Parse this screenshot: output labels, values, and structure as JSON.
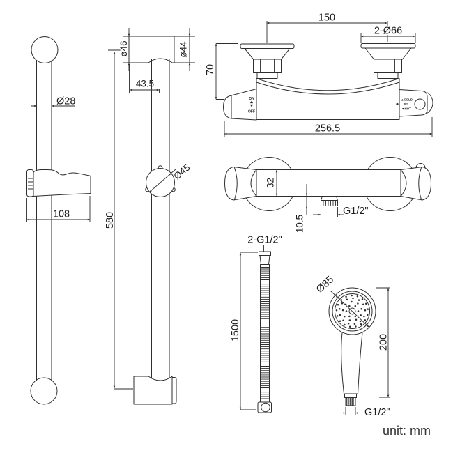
{
  "unit_note": "unit: mm",
  "colors": {
    "line": "#2e2e2e",
    "text": "#1c1c1c"
  },
  "slide_rail_front": {
    "rod_diameter": "Ø28",
    "bracket_width": "108"
  },
  "slide_rail_side": {
    "bracket_face_diameter": "ø46",
    "bracket_cap_diameter": "ø44",
    "bracket_offset": "43.5",
    "bracket_spacing": "580",
    "slider_diameter": "Ø45"
  },
  "valve_front": {
    "inlet_centres": "150",
    "escutcheon_diameter": "2-Ø66",
    "inlet_drop": "70",
    "overall_width": "256.5",
    "on_label": "ON",
    "off_label": "OFF",
    "cold_label": "▲COLD",
    "temp_label": "38°",
    "hot_label": "▼HOT"
  },
  "valve_top": {
    "body_diameter": "32",
    "outlet_offset": "10.5",
    "outlet_thread": "G1/2\""
  },
  "hose": {
    "end_threads": "2-G1/2\"",
    "length": "1500"
  },
  "handset": {
    "head_diameter": "Ø85",
    "length": "200",
    "thread": "G1/2\""
  }
}
